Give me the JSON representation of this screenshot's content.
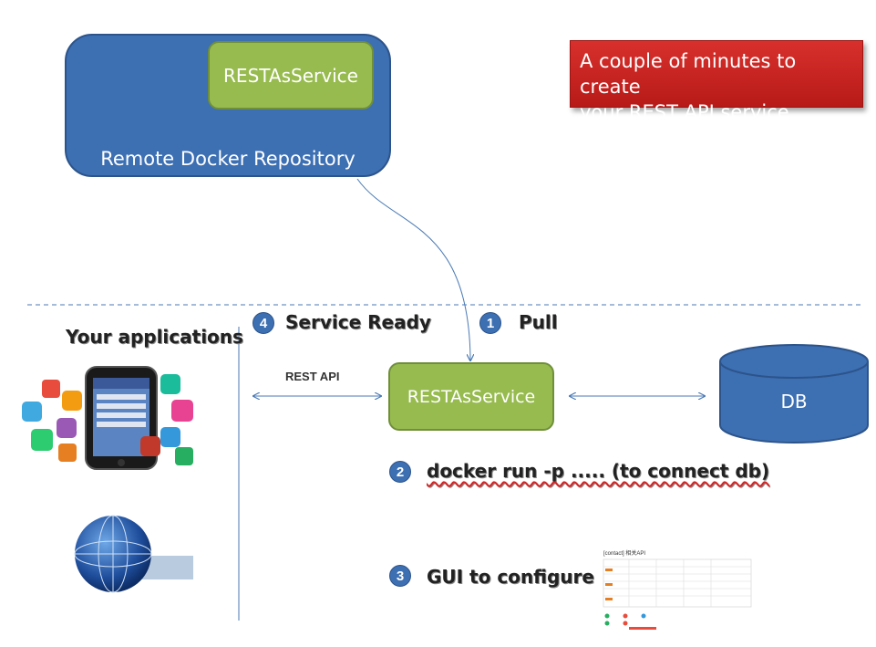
{
  "repository": {
    "label": "Remote Docker Repository",
    "service_label": "RESTAsService"
  },
  "callout": {
    "line1": "A couple of minutes to create",
    "line2": "your REST API service"
  },
  "main_service": {
    "label": "RESTAsService"
  },
  "database": {
    "label": "DB"
  },
  "applications": {
    "title": "Your applications"
  },
  "rest_api_label": "REST API",
  "steps": [
    {
      "number": "1",
      "text": "Pull"
    },
    {
      "number": "2",
      "text": "docker run -p ..... (to connect db)"
    },
    {
      "number": "3",
      "text": "GUI to configure"
    },
    {
      "number": "4",
      "text": "Service Ready"
    }
  ],
  "gui_thumbnail": {
    "title": "[contact] 相关API"
  },
  "colors": {
    "repo_blue": "#3d6fb3",
    "service_green": "#97bb4f",
    "callout_red": "#c62320",
    "db_blue": "#3d6fb3"
  }
}
